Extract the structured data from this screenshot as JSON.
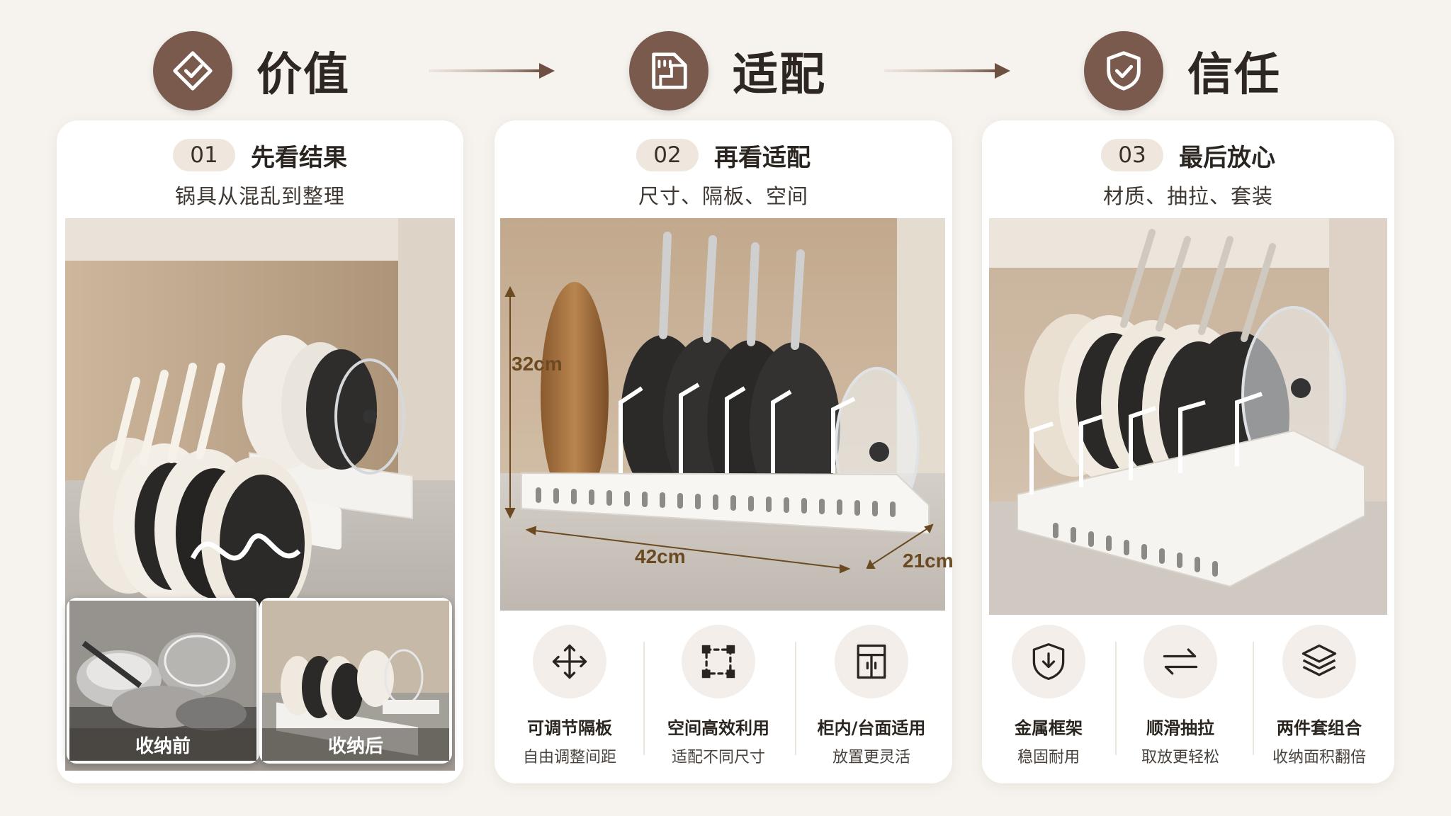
{
  "header": {
    "step1": {
      "title": "价值",
      "icon": "diamond-check-icon"
    },
    "step2": {
      "title": "适配",
      "icon": "ruler-icon"
    },
    "step3": {
      "title": "信任",
      "icon": "shield-check-icon"
    }
  },
  "panels": [
    {
      "number": "01",
      "title": "先看结果",
      "subtitle": "锅具从混乱到整理",
      "before_label": "收纳前",
      "after_label": "收纳后"
    },
    {
      "number": "02",
      "title": "再看适配",
      "subtitle": "尺寸、隔板、空间",
      "dimensions": {
        "height": "32cm",
        "length": "42cm",
        "depth": "21cm"
      },
      "features": [
        {
          "title": "可调节隔板",
          "desc": "自由调整间距",
          "icon": "move-arrows-icon"
        },
        {
          "title": "空间高效利用",
          "desc": "适配不同尺寸",
          "icon": "resize-frame-icon"
        },
        {
          "title": "柜内/台面适用",
          "desc": "放置更灵活",
          "icon": "cabinet-icon"
        }
      ]
    },
    {
      "number": "03",
      "title": "最后放心",
      "subtitle": "材质、抽拉、套装",
      "features": [
        {
          "title": "金属框架",
          "desc": "稳固耐用",
          "icon": "shield-down-icon"
        },
        {
          "title": "顺滑抽拉",
          "desc": "取放更轻松",
          "icon": "swap-arrows-icon"
        },
        {
          "title": "两件套组合",
          "desc": "收纳面积翻倍",
          "icon": "layers-icon"
        }
      ]
    }
  ],
  "colors": {
    "accent": "#7a5a4d",
    "background": "#f6f3ee",
    "pill": "#efe7de",
    "dimension_text": "#6b4a22"
  }
}
